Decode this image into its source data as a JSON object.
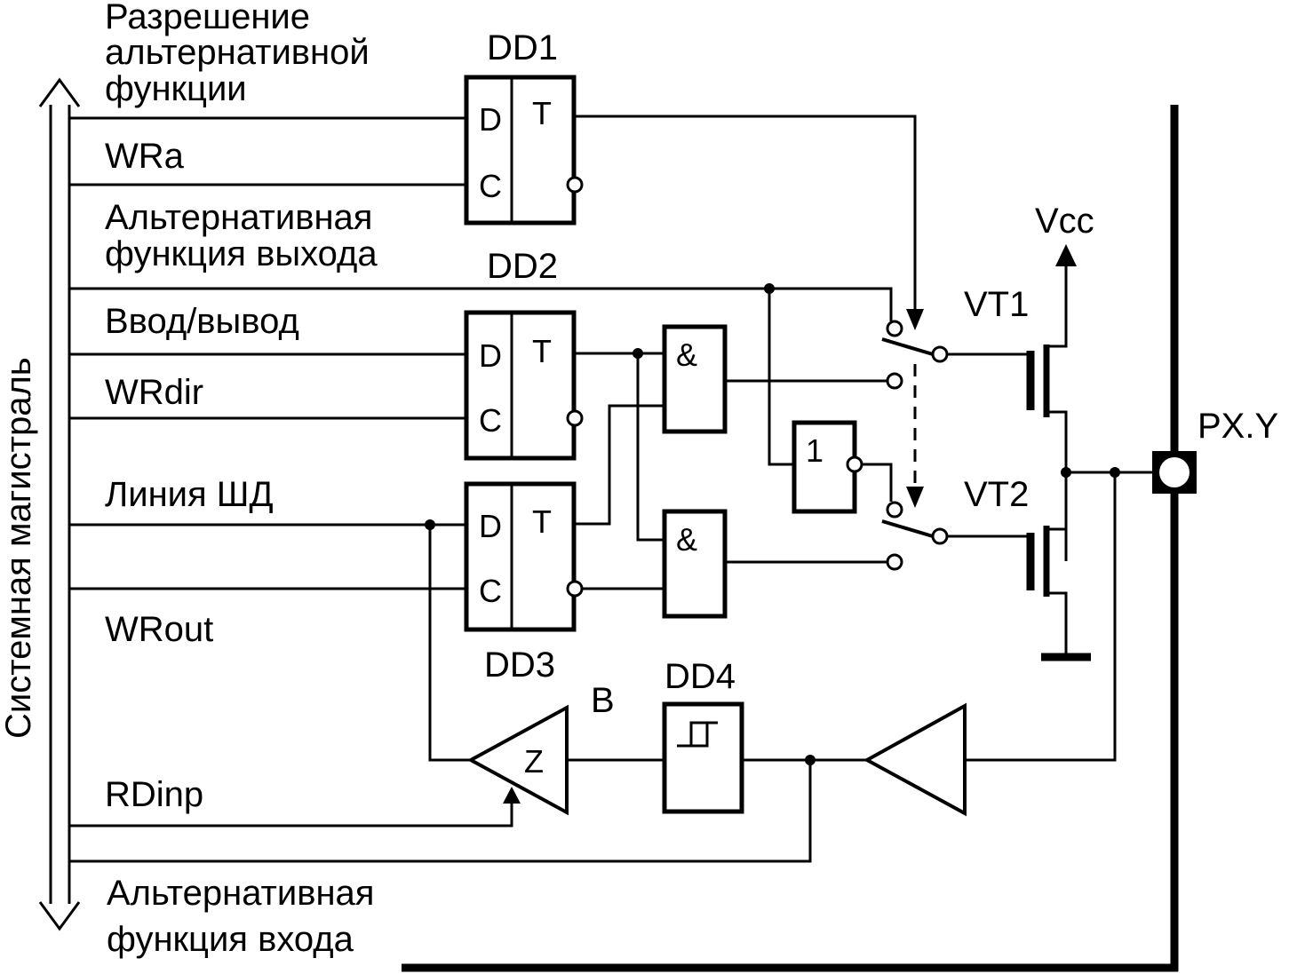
{
  "labels": {
    "bus": "Системная магистраль",
    "alt_enable_1": "Разрешение",
    "alt_enable_2": "альтернативной",
    "alt_enable_3": "функции",
    "wra": "WRa",
    "alt_out_1": "Альтернативная",
    "alt_out_2": "функция выхода",
    "io": "Ввод/вывод",
    "wrdir": "WRdir",
    "data_line": "Линия ШД",
    "wrout": "WRout",
    "rdinp": "RDinp",
    "alt_in_1": "Альтернативная",
    "alt_in_2": "функция входа",
    "vcc": "Vcc",
    "vt1": "VT1",
    "vt2": "VT2",
    "pin": "PX.Y",
    "b": "B"
  },
  "components": {
    "dd1": {
      "name": "DD1",
      "d": "D",
      "c": "C",
      "t": "T"
    },
    "dd2": {
      "name": "DD2",
      "d": "D",
      "c": "C",
      "t": "T"
    },
    "dd3": {
      "name": "DD3",
      "d": "D",
      "c": "C",
      "t": "T"
    },
    "dd4": {
      "name": "DD4"
    },
    "and1": {
      "symbol": "&"
    },
    "and2": {
      "symbol": "&"
    },
    "inv": {
      "symbol": "1"
    },
    "buf_out": {
      "symbol": "Z"
    }
  }
}
